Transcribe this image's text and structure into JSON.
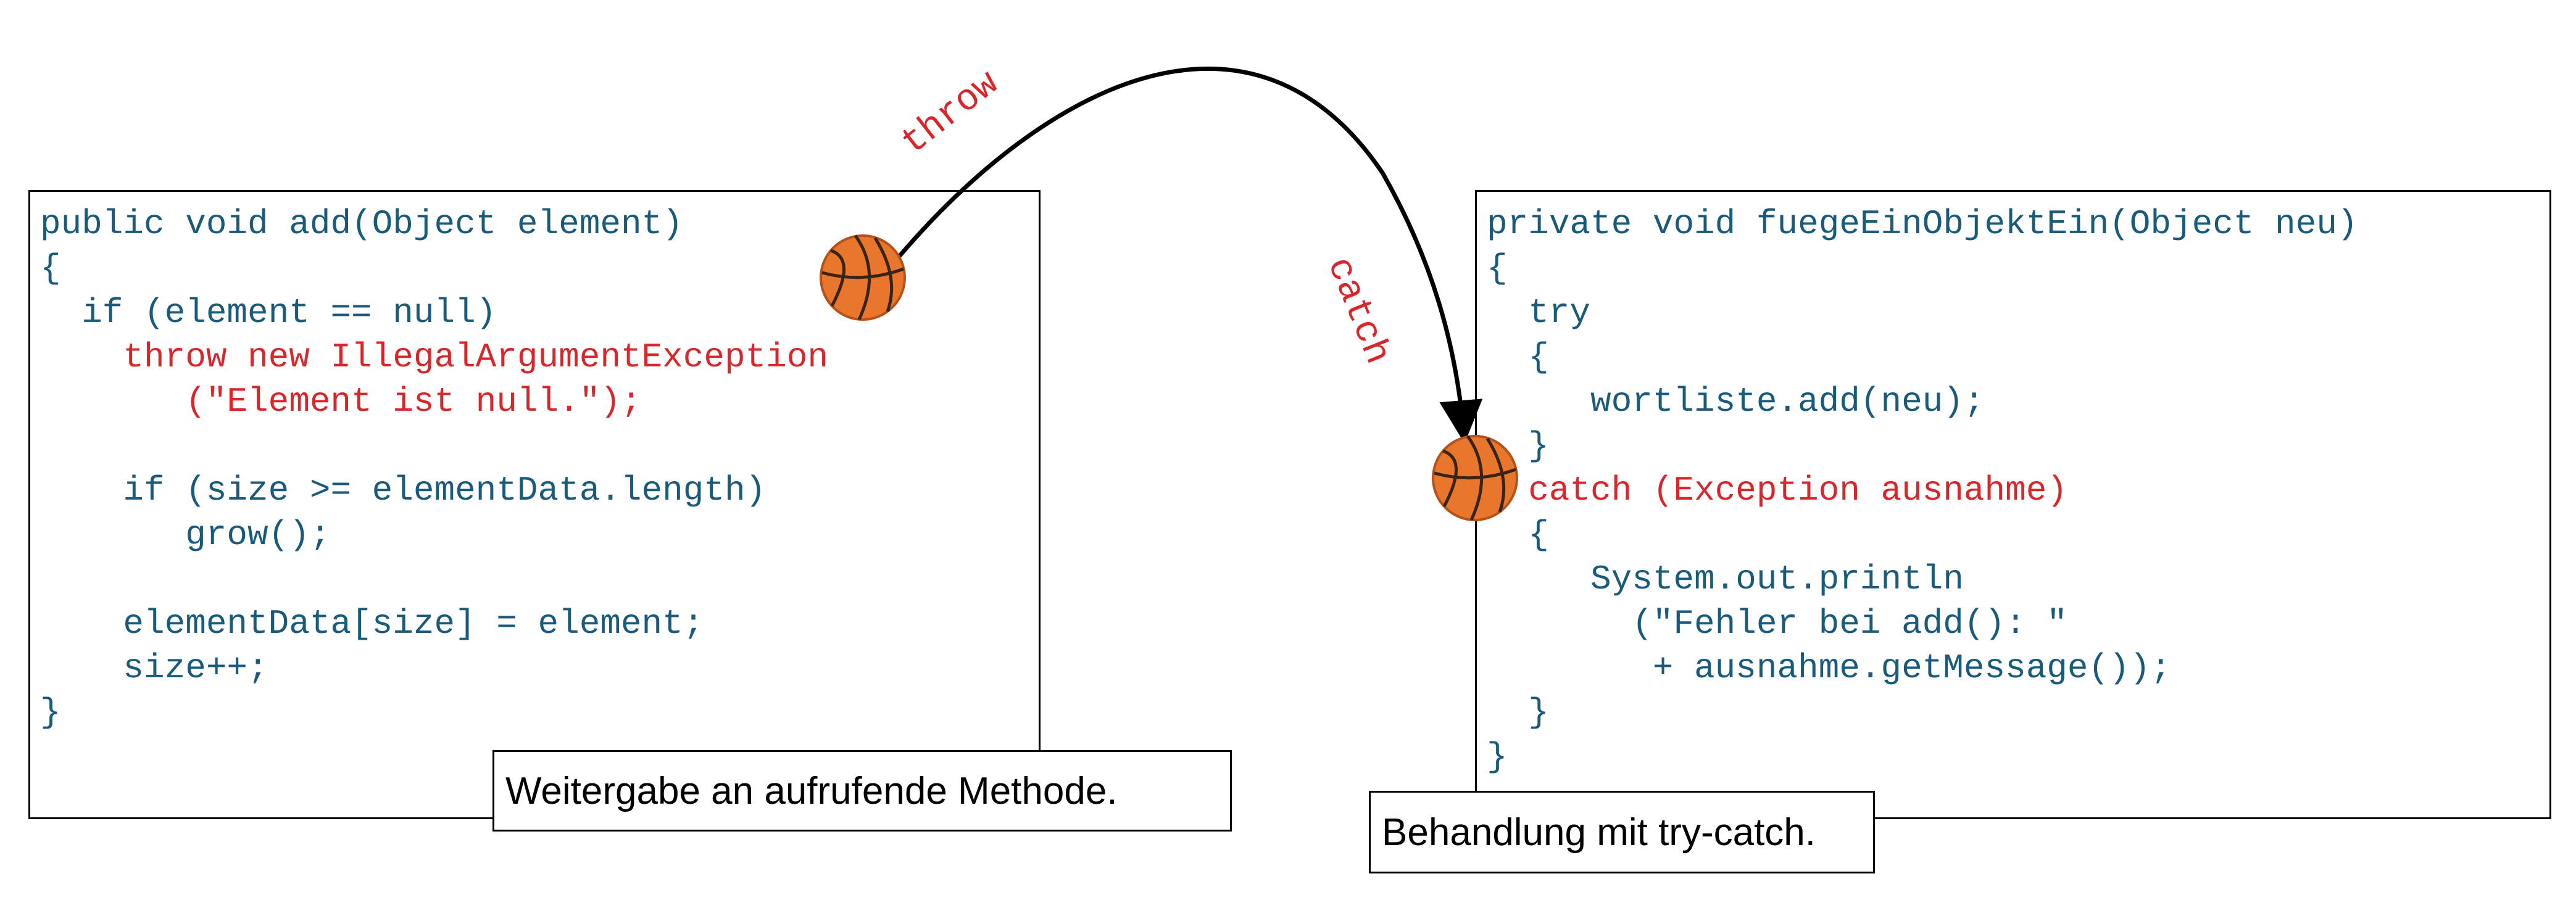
{
  "left_panel": {
    "lines": [
      {
        "text": "public void add(Object element)",
        "indent": 0,
        "highlight": false
      },
      {
        "text": "{",
        "indent": 0,
        "highlight": false
      },
      {
        "text": "if (element == null)",
        "indent": 2,
        "highlight": false
      },
      {
        "text": "throw new IllegalArgumentException",
        "indent": 4,
        "highlight": true
      },
      {
        "text": "(\"Element ist null.\");",
        "indent": 7,
        "highlight": true
      },
      {
        "text": "",
        "indent": 0,
        "highlight": false
      },
      {
        "text": "if (size >= elementData.length)",
        "indent": 4,
        "highlight": false
      },
      {
        "text": "grow();",
        "indent": 7,
        "highlight": false
      },
      {
        "text": "",
        "indent": 0,
        "highlight": false
      },
      {
        "text": "elementData[size] = element;",
        "indent": 4,
        "highlight": false
      },
      {
        "text": "size++;",
        "indent": 4,
        "highlight": false
      },
      {
        "text": "}",
        "indent": 0,
        "highlight": false
      }
    ],
    "caption": "Weitergabe an aufrufende Methode."
  },
  "right_panel": {
    "lines": [
      {
        "text": "private void fuegeEinObjektEin(Object neu)",
        "indent": 0,
        "highlight": false
      },
      {
        "text": "{",
        "indent": 0,
        "highlight": false
      },
      {
        "text": "try",
        "indent": 2,
        "highlight": false
      },
      {
        "text": "{",
        "indent": 2,
        "highlight": false
      },
      {
        "text": "wortliste.add(neu);",
        "indent": 5,
        "highlight": false
      },
      {
        "text": "}",
        "indent": 2,
        "highlight": false
      },
      {
        "text": "catch (Exception ausnahme)",
        "indent": 2,
        "highlight": true
      },
      {
        "text": "{",
        "indent": 2,
        "highlight": false
      },
      {
        "text": "System.out.println",
        "indent": 5,
        "highlight": false
      },
      {
        "text": "(\"Fehler bei add(): \"",
        "indent": 7,
        "highlight": false
      },
      {
        "text": "+ ausnahme.getMessage());",
        "indent": 8,
        "highlight": false
      },
      {
        "text": "}",
        "indent": 2,
        "highlight": false
      },
      {
        "text": "}",
        "indent": 0,
        "highlight": false
      }
    ],
    "caption": "Behandlung mit try-catch."
  },
  "arrow": {
    "throw_label": "throw",
    "catch_label": "catch"
  },
  "colors": {
    "code_blue": "#1a5a7a",
    "highlight_red": "#d9262a",
    "ball_orange": "#e8762c"
  },
  "icons": [
    "basketball-icon",
    "basketball-icon"
  ]
}
